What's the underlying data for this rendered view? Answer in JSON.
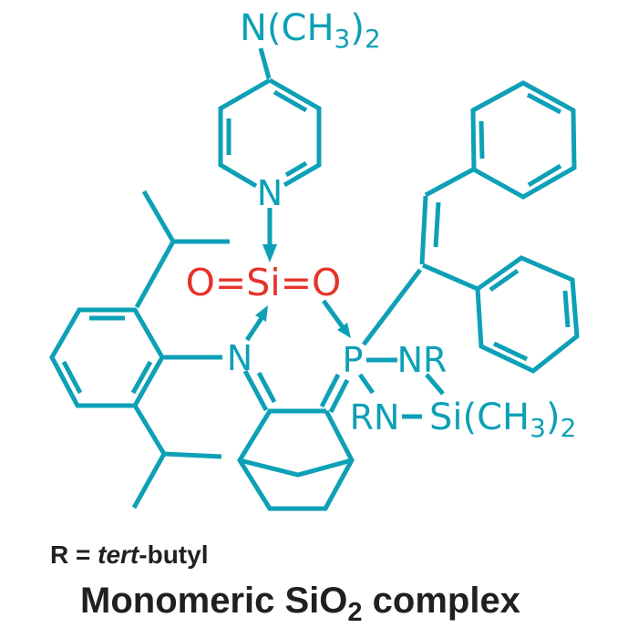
{
  "colors": {
    "structure": "#0da0b6",
    "oxide_red": "#e6322a",
    "caption_text": "#231f20",
    "background": "#ffffff"
  },
  "labels": {
    "dimethylamino": {
      "pre": "N(CH",
      "sub1": "3",
      "paren": ")",
      "sub2": "2"
    },
    "pyridine_nitrogen": "N",
    "silicon_dioxide": "O=Si=O",
    "imine_nitrogen": "N",
    "phosphorus": "P",
    "amide_right": "NR",
    "amide_left": "RN",
    "silyl": {
      "pre": "Si(CH",
      "sub1": "3",
      "paren": ")",
      "sub2": "2"
    }
  },
  "footnote": {
    "pre": "R = ",
    "italic": "tert",
    "post": "-butyl"
  },
  "caption": {
    "pre": "Monomeric SiO",
    "sub": "2",
    "post": " complex"
  }
}
